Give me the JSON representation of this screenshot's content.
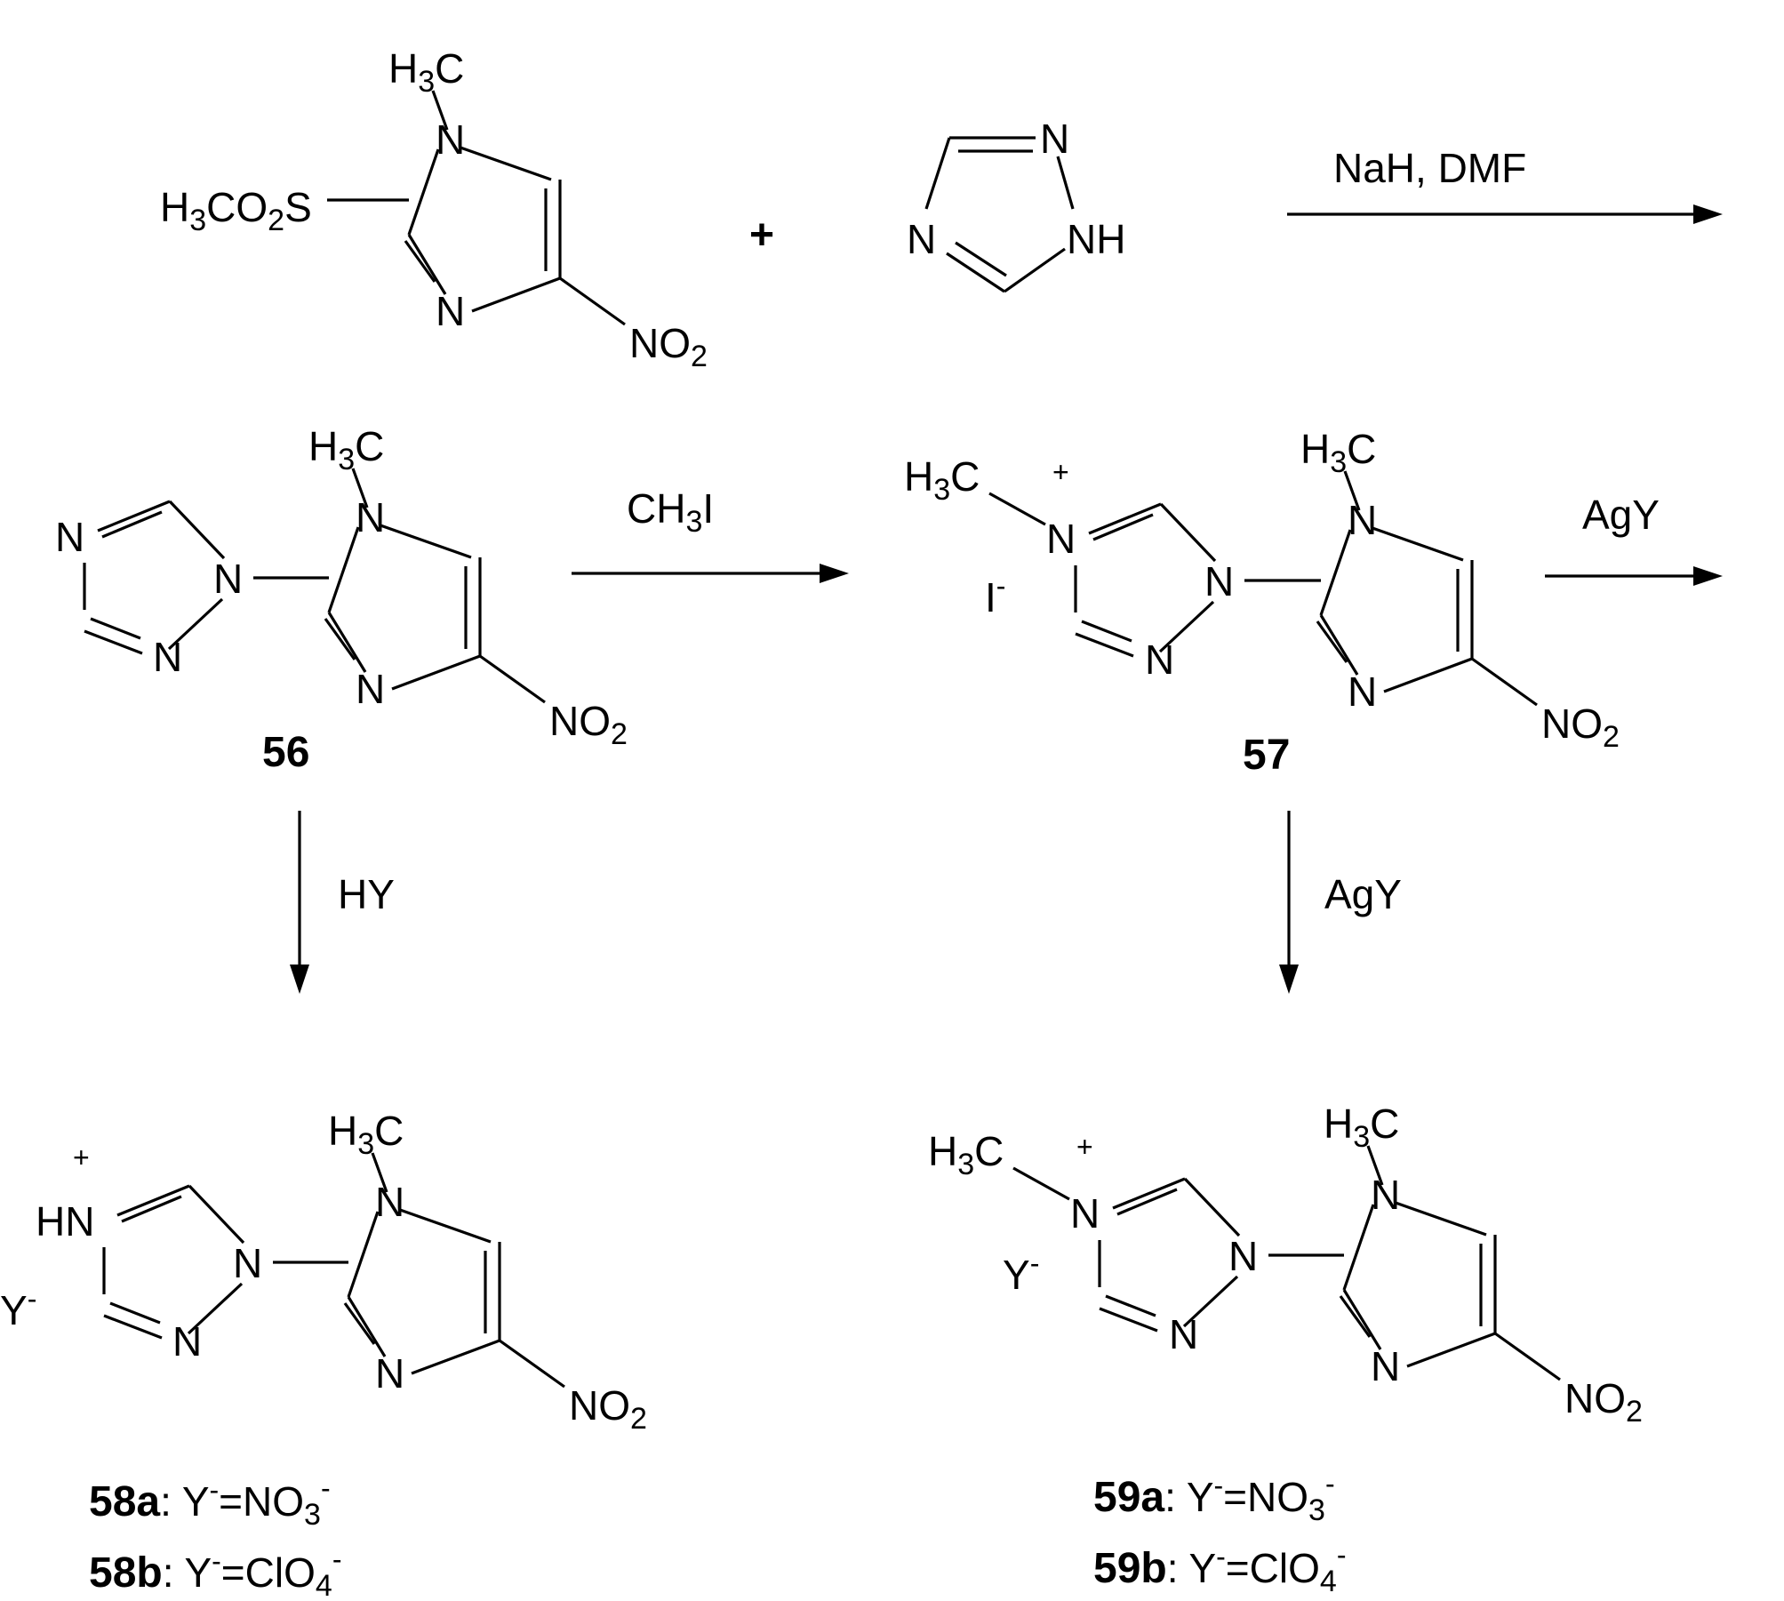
{
  "atoms": {
    "n": "N",
    "nh": "NH",
    "hn": "HN",
    "h3c_h": "H",
    "h3c_sub": "3",
    "h3c_c": "C",
    "no2_no": "NO",
    "no2_sub": "2",
    "ms_h": "H",
    "ms_3": "3",
    "ms_co": "CO",
    "ms_2": "2",
    "ms_s": "S",
    "plus": "+",
    "minus": "-",
    "iodide": "I",
    "y_anion": "Y"
  },
  "reagents": {
    "plus_sign": "+",
    "step1": "NaH, DMF",
    "step2_ch": "CH",
    "step2_sub": "3",
    "step2_i": "I",
    "step3": "AgY",
    "step4": "HY",
    "step5": "AgY"
  },
  "compounds": {
    "c56": "56",
    "c57": "57",
    "c58a": "58a",
    "c58b": "58b",
    "c59a": "59a",
    "c59b": "59b"
  },
  "anions": {
    "colon": ": ",
    "y": "Y",
    "eq": "=",
    "no": "NO",
    "no_sub": "3",
    "clo": "ClO",
    "clo_sub": "4"
  }
}
